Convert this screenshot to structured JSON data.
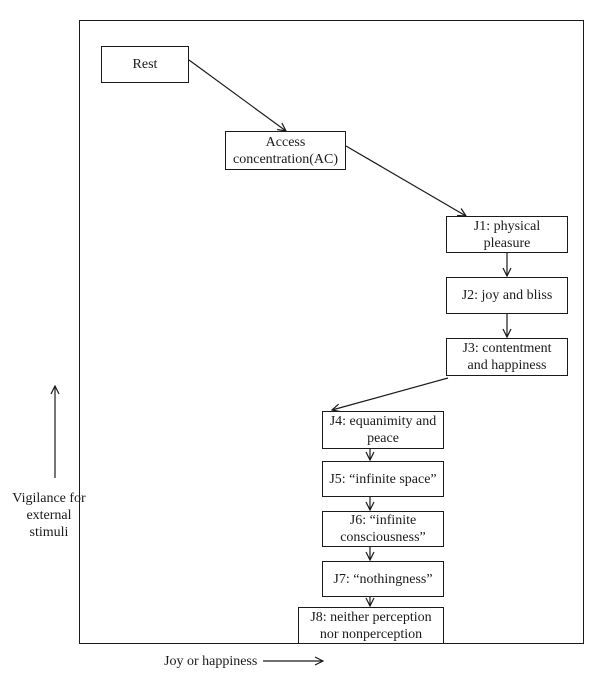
{
  "nodes": {
    "rest": "Rest",
    "ac": "Access concentration(AC)",
    "j1": "J1: physical pleasure",
    "j2": "J2: joy and bliss",
    "j3": "J3: contentment and happiness",
    "j4": "J4: equanimity and peace",
    "j5": "J5: “infinite space”",
    "j6": "J6: “infinite consciousness”",
    "j7": "J7: “nothingness”",
    "j8": "J8: neither perception nor nonperception"
  },
  "axes": {
    "y_label": "Vigilance for external stimuli",
    "x_label": "Joy or happiness"
  }
}
